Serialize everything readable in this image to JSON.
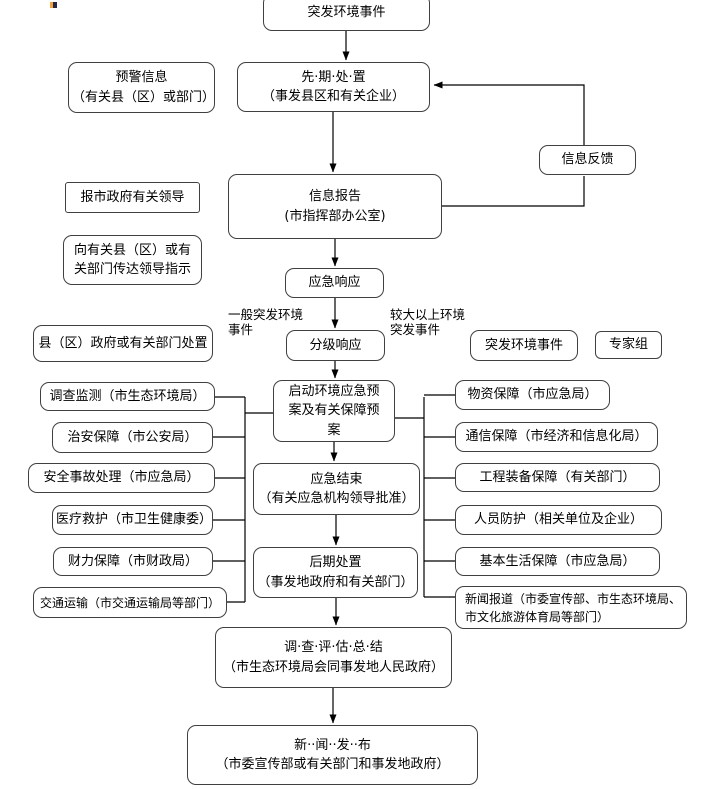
{
  "colors": {
    "background": "#ffffff",
    "box_border": "#404040",
    "line": "#000000",
    "anchor_orange": "#f2a33a",
    "anchor_dark": "#26264d"
  },
  "chart": {
    "incident_top": "突发环境事件",
    "early_warning": "预警信息\n（有关县（区）或部门）",
    "initial_disposal": "先·期·处·置\n（事发县区和有关企业）",
    "info_feedback": "信息反馈",
    "report_leaders": "报市政府有关领导",
    "info_report": "信息报告\n(市指挥部办公室)",
    "convey_instructions": "向有关县（区）或有\n关部门传达领导指示",
    "emergency_response": "应急响应",
    "general_label": "一般突发环境\n事件",
    "major_label": "较大以上环境\n突发事件",
    "graded_response": "分级响应",
    "county_disposal": "县（区）政府或有关部门处置",
    "incident_mid": "突发环境事件",
    "expert_group": "专家组",
    "start_plan": "启动环境应急预\n案及有关保障预\n案",
    "left_column": [
      "调查监测（市生态环境局）",
      "治安保障（市公安局）",
      "安全事故处理（市应急局）",
      "医疗救护（市卫生健康委）",
      "财力保障（市财政局）",
      "交通运输（市交通运输局等部门）"
    ],
    "right_column": [
      "物资保障（市应急局）",
      "通信保障（市经济和信息化局）",
      "工程装备保障（有关部门）",
      "人员防护（相关单位及企业）",
      "基本生活保障（市应急局）",
      "新闻报道（市委宣传部、市生态环境局、\n市文化旅游体育局等部门）"
    ],
    "emergency_end": "应急结束\n（有关应急机构领导批准）",
    "post_disposal": "后期处置\n（事发地政府和有关部门）",
    "investigation": "调·查·评·估·总·结\n（市生态环境局会同事发地人民政府）",
    "news_release": "新··闻··发··布\n（市委宣传部或有关部门和事发地政府）"
  }
}
